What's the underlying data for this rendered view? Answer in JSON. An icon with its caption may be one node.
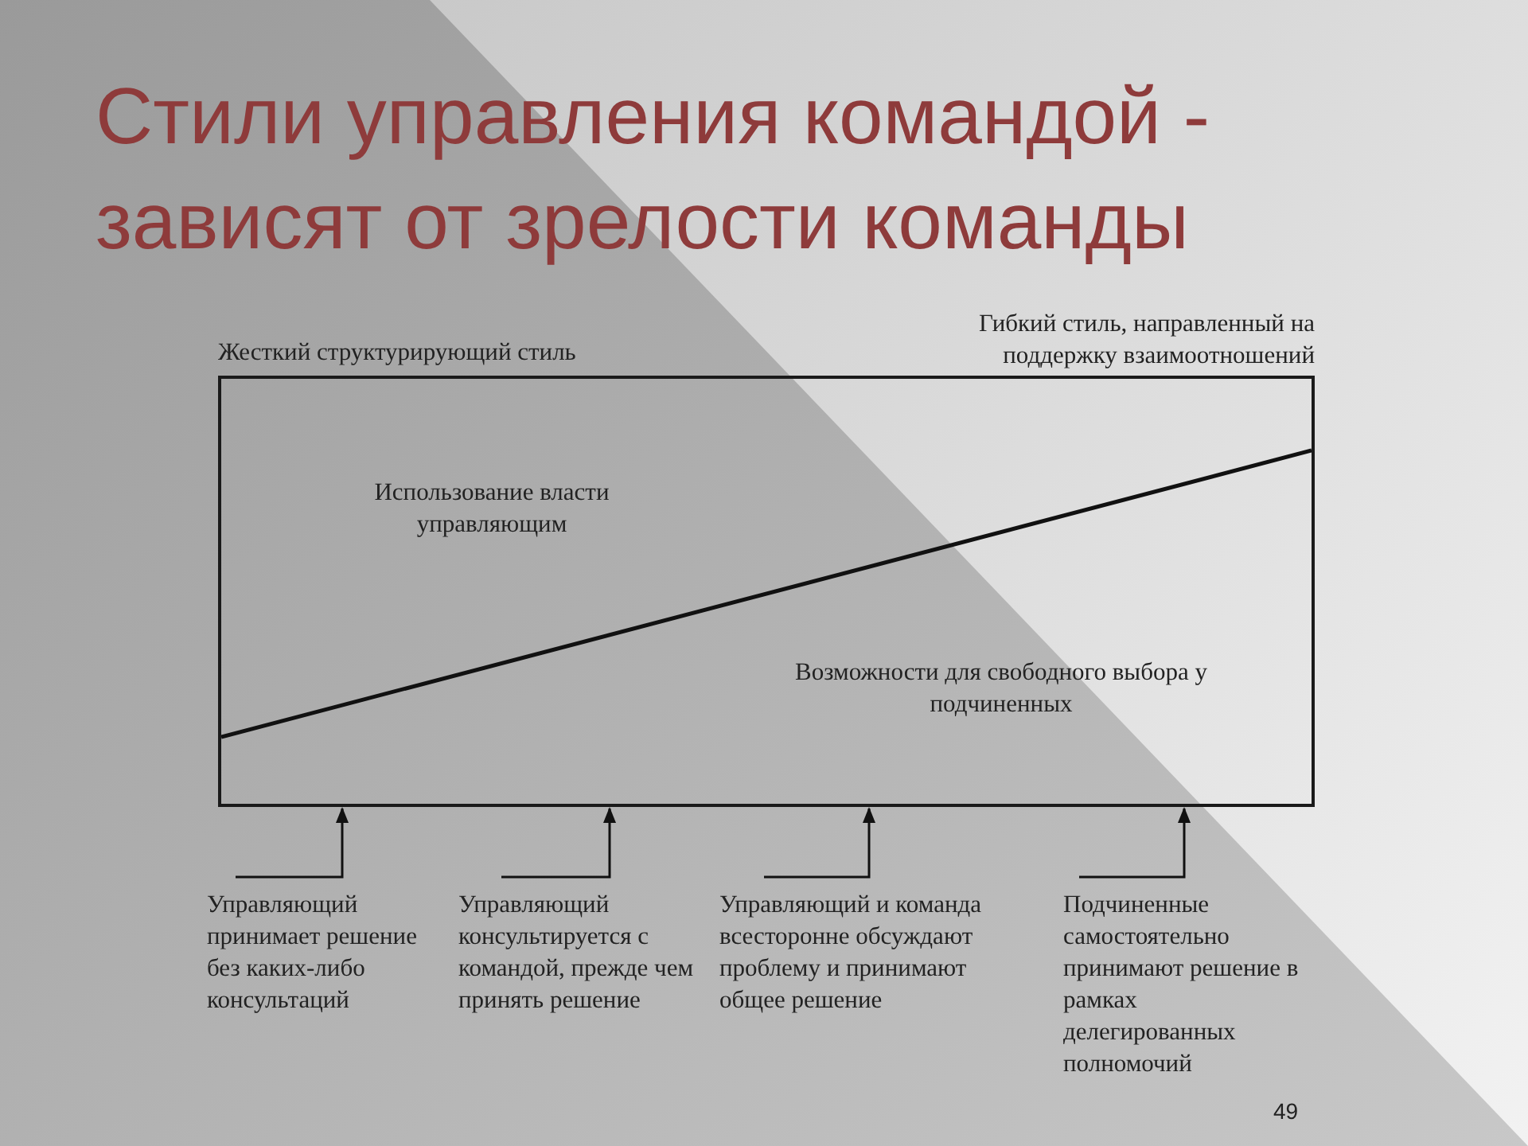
{
  "diagram": {
    "title": "Стили управления командой - зависят от зрелости команды",
    "nodes": [
      {
        "text": [
          "Использование власти управляющим",
          "Возможности для свободного выбора у подчиненных"
        ]
      },
      {
        "text": [
          "Управляющий принимает решение без каких-либо консультаций"
        ]
      },
      {
        "text": [
          "Управляющий консультируется с командой, прежде чем принять решение"
        ]
      },
      {
        "text": [
          "Управляющий и команда всесторонне обсуждают проблему и принимают общее решение"
        ]
      },
      {
        "text": [
          "Подчиненные самостоятельно принимают решение в рамках делегированных полномочий"
        ]
      }
    ],
    "edges": [
      {
        "from": 1,
        "to": 0,
        "arrow": "to"
      },
      {
        "from": 2,
        "to": 0,
        "arrow": "to"
      },
      {
        "from": 3,
        "to": 0,
        "arrow": "to"
      },
      {
        "from": 4,
        "to": 0,
        "arrow": "to"
      }
    ],
    "labels": [
      "Жесткий структурирующий стиль",
      "Гибкий стиль, направленный на поддержку взаимоотношений",
      "49"
    ]
  }
}
